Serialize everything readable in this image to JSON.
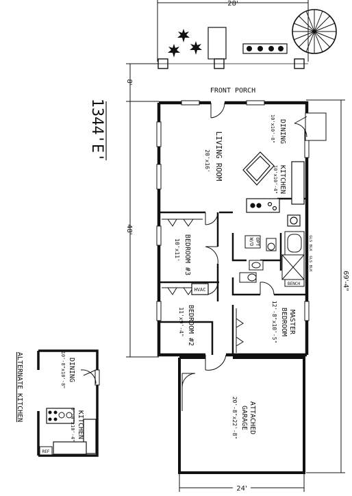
{
  "plan_title": "1344'E'",
  "dimensions": {
    "top_width": "28'",
    "bottom_width": "24'",
    "porch_depth": "8'",
    "house_depth": "48'",
    "overall_length": "69'-4\""
  },
  "porch": {
    "label": "FRONT PORCH"
  },
  "rooms": {
    "living": {
      "name": "LIVING ROOM",
      "size": "20'x16'"
    },
    "dining": {
      "name": "DINING",
      "size": "10'x10'-8\""
    },
    "kitchen": {
      "name": "KITCHEN",
      "size": "10'x10'-4\""
    },
    "bedroom3": {
      "name": "BEDROOM #3",
      "size": "10'x11'"
    },
    "bedroom2": {
      "name": "BEDROOM #2",
      "size": "11'x9'-4\""
    },
    "master": {
      "name": "MASTER",
      "name2": "BEDROOM",
      "size": "12'-8\"x10'-5\""
    },
    "garage": {
      "name": "ATTACHED",
      "name2": "GARAGE",
      "size": "20'-8\"x22'-8\""
    }
  },
  "fixtures": {
    "hvac": "HVAC",
    "wd": "W/D",
    "opt": "OPT",
    "bench": "BENCH",
    "glsblk1": "GLS BLK",
    "glsblk2": "GLS BLK"
  },
  "alternate": {
    "title": "ALTERNATE KITCHEN",
    "dining_name": "DINING",
    "dining_size": "10'-8\"x10'-8\"",
    "kitchen_name": "KITCHEN",
    "kitchen_size": "9'-4\"x10'-4\"",
    "ref": "REF"
  }
}
